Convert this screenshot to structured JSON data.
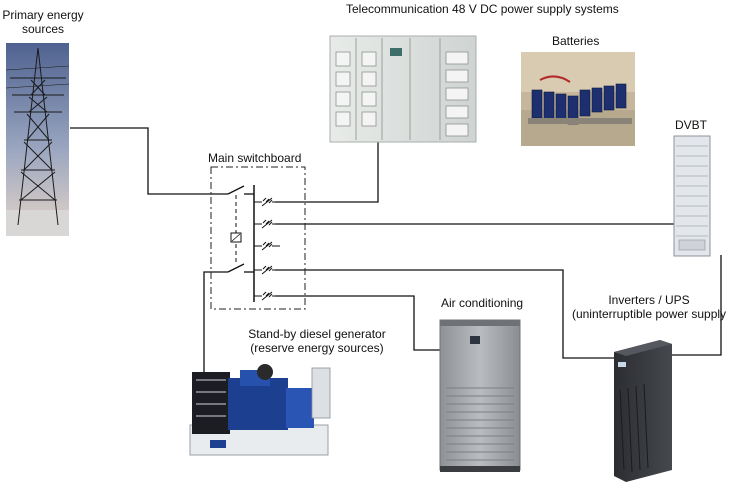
{
  "labels": {
    "primary_line1": "Primary energy",
    "primary_line2": "sources",
    "telecom": "Telecommunication 48 V DC power supply systems",
    "batteries": "Batteries",
    "dvbt": "DVBT",
    "main_switchboard": "Main switchboard",
    "air_conditioning": "Air conditioning",
    "inverters_line1": "Inverters / UPS",
    "inverters_line2": "(uninterruptible power supply",
    "generator_line1": "Stand-by diesel generator",
    "generator_line2": "(reserve energy sources)"
  },
  "images": {
    "pylon": "power-pylon-at-dusk",
    "rectifier": "dc-power-cabinet-rack",
    "batteries": "battery-bank-room",
    "dvbt": "dvbt-transmitter-rack",
    "generator": "blue-diesel-generator-set",
    "aircon": "precision-air-conditioning-unit",
    "ups": "tower-ups-unit"
  },
  "colors": {
    "wire": "#111111",
    "switchboard_outline": "#222222",
    "generator_engine": "#1d3f8f",
    "sky_top": "#6d7fa0",
    "sky_bottom": "#e9dcd0"
  }
}
